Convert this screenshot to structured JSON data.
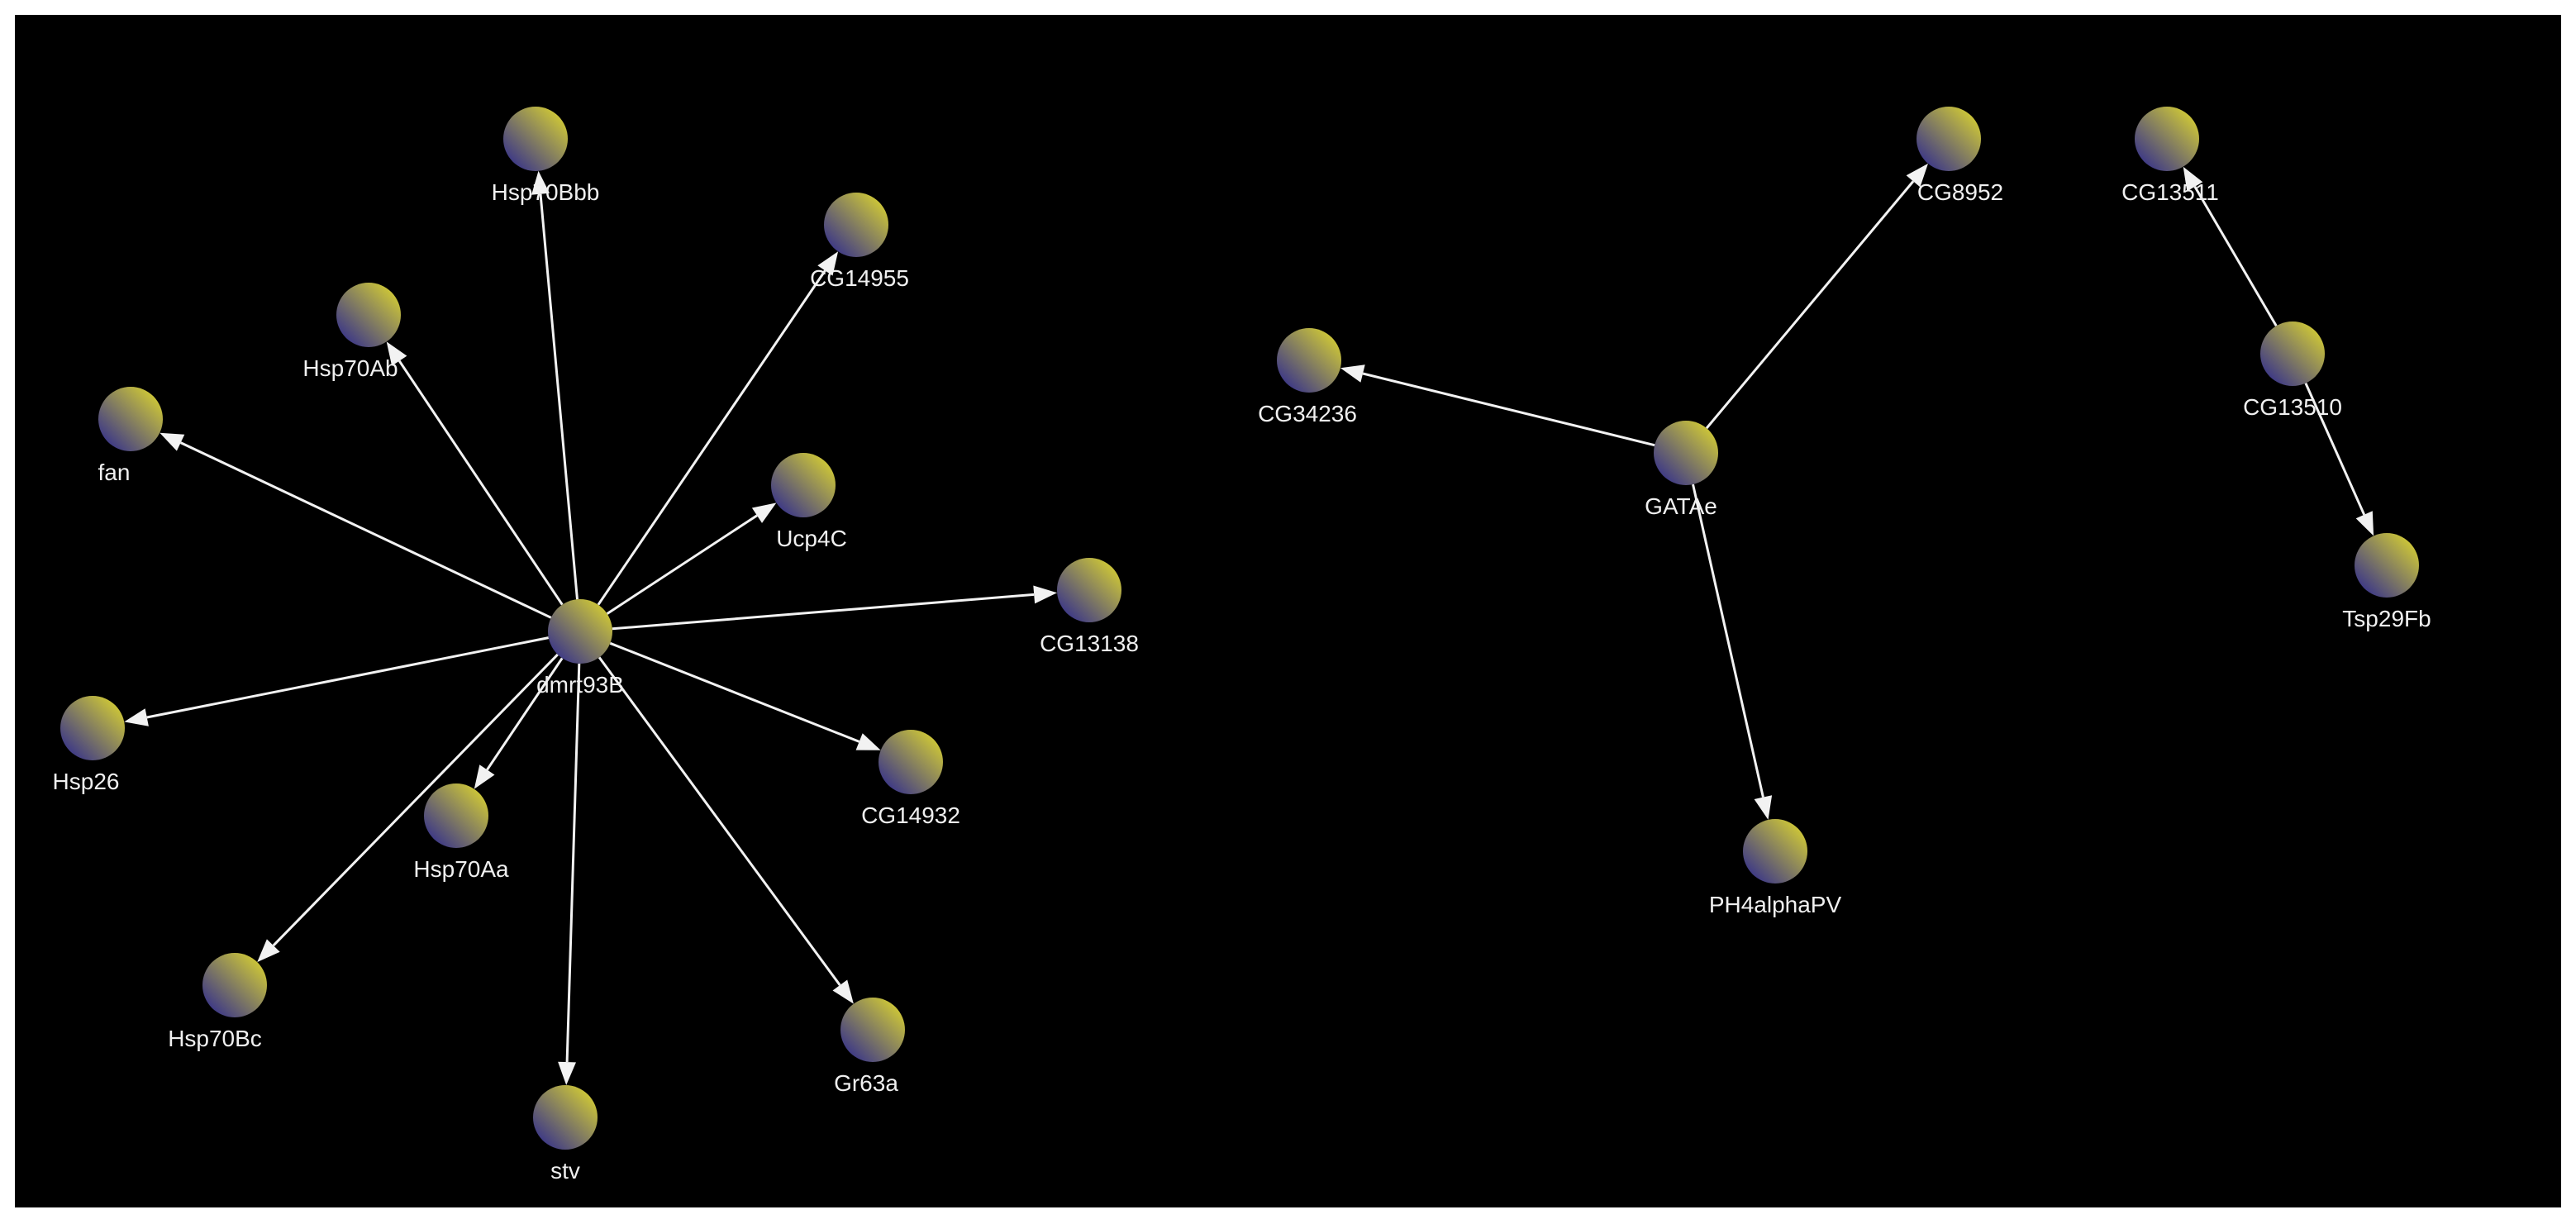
{
  "colors": {
    "background": "#000000",
    "frame": "#ffffff",
    "edge": "#f2f2f2",
    "label": "#f0f0f0",
    "node_gradient_light": "#c9c23a",
    "node_gradient_dark": "#2e2a8f"
  },
  "nodes": [
    {
      "id": "dmrt93B",
      "label": "dmrt93B"
    },
    {
      "id": "Hsp70Bbb",
      "label": "Hsp70Bbb"
    },
    {
      "id": "CG14955",
      "label": "CG14955"
    },
    {
      "id": "Hsp70Ab",
      "label": "Hsp70Ab"
    },
    {
      "id": "fan",
      "label": "fan"
    },
    {
      "id": "Ucp4C",
      "label": "Ucp4C"
    },
    {
      "id": "CG13138",
      "label": "CG13138"
    },
    {
      "id": "Hsp26",
      "label": "Hsp26"
    },
    {
      "id": "CG14932",
      "label": "CG14932"
    },
    {
      "id": "Hsp70Aa",
      "label": "Hsp70Aa"
    },
    {
      "id": "Hsp70Bc",
      "label": "Hsp70Bc"
    },
    {
      "id": "Gr63a",
      "label": "Gr63a"
    },
    {
      "id": "stv",
      "label": "stv"
    },
    {
      "id": "GATAe",
      "label": "GATAe"
    },
    {
      "id": "CG34236",
      "label": "CG34236"
    },
    {
      "id": "CG8952",
      "label": "CG8952"
    },
    {
      "id": "PH4alphaPV",
      "label": "PH4alphaPV"
    },
    {
      "id": "CG13510",
      "label": "CG13510"
    },
    {
      "id": "CG13511",
      "label": "CG13511"
    },
    {
      "id": "Tsp29Fb",
      "label": "Tsp29Fb"
    }
  ],
  "edges": [
    {
      "source": "dmrt93B",
      "target": "Hsp70Bbb"
    },
    {
      "source": "dmrt93B",
      "target": "CG14955"
    },
    {
      "source": "dmrt93B",
      "target": "Hsp70Ab"
    },
    {
      "source": "dmrt93B",
      "target": "fan"
    },
    {
      "source": "dmrt93B",
      "target": "Ucp4C"
    },
    {
      "source": "dmrt93B",
      "target": "CG13138"
    },
    {
      "source": "dmrt93B",
      "target": "Hsp26"
    },
    {
      "source": "dmrt93B",
      "target": "CG14932"
    },
    {
      "source": "dmrt93B",
      "target": "Hsp70Aa"
    },
    {
      "source": "dmrt93B",
      "target": "Hsp70Bc"
    },
    {
      "source": "dmrt93B",
      "target": "Gr63a"
    },
    {
      "source": "dmrt93B",
      "target": "stv"
    },
    {
      "source": "GATAe",
      "target": "CG34236"
    },
    {
      "source": "GATAe",
      "target": "CG8952"
    },
    {
      "source": "GATAe",
      "target": "PH4alphaPV"
    },
    {
      "source": "CG13510",
      "target": "CG13511"
    },
    {
      "source": "CG13510",
      "target": "Tsp29Fb"
    }
  ]
}
